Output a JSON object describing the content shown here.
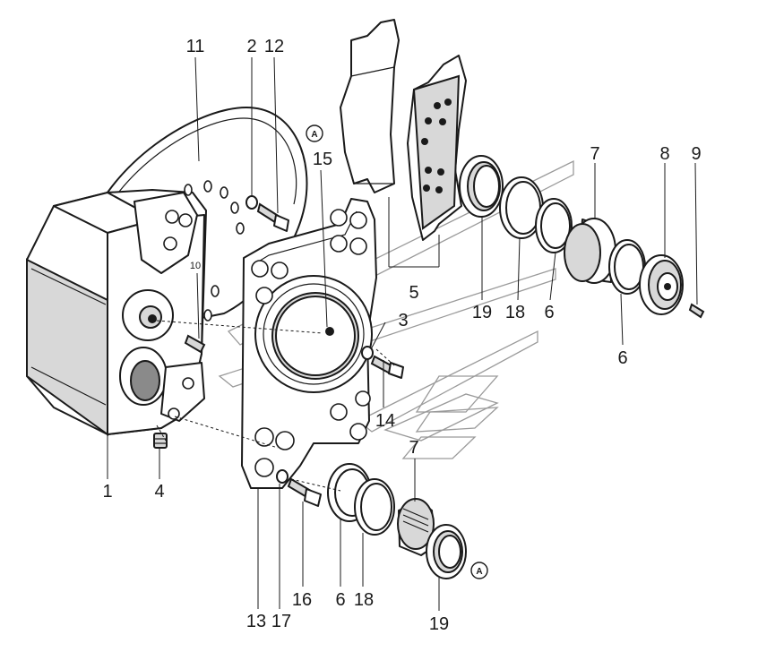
{
  "labels": {
    "p1": "1",
    "p2": "2",
    "p3": "3",
    "p4": "4",
    "p5": "5",
    "p6a": "6",
    "p6b": "6",
    "p6c": "6",
    "p7a": "7",
    "p7b": "7",
    "p8": "8",
    "p9": "9",
    "p10": "10",
    "p11": "11",
    "p12": "12",
    "p13": "13",
    "p14": "14",
    "p15": "15",
    "p16": "16",
    "p17": "17",
    "p18a": "18",
    "p18b": "18",
    "p19a": "19",
    "p19b": "19"
  },
  "callouts": {
    "top": "A",
    "bottom": "A"
  }
}
